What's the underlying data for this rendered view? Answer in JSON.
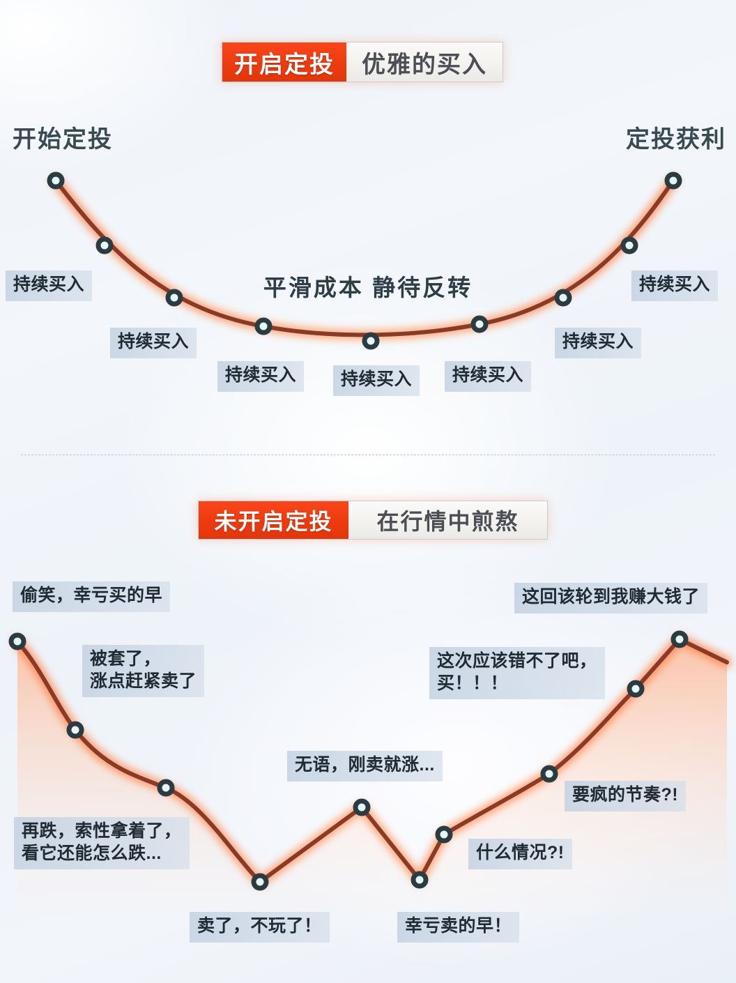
{
  "theme": {
    "accent_red": "#ef3c11",
    "line_dark": "#8a3a26",
    "glow_orange": "#ff8a50",
    "marker_ring": "#2b3b42",
    "marker_fill": "#e8f6f3",
    "chip_bg": "#c5d2e2",
    "heading_text": "#3a4a52"
  },
  "top_section": {
    "badge": {
      "left_label": "开启定投",
      "right_label": "优雅的买入"
    },
    "start_label": "开始定投",
    "end_label": "定投获利",
    "center_caption": "平滑成本 静待反转",
    "chips": [
      {
        "text": "持续买入"
      },
      {
        "text": "持续买入"
      },
      {
        "text": "持续买入"
      },
      {
        "text": "持续买入"
      },
      {
        "text": "持续买入"
      },
      {
        "text": "持续买入"
      },
      {
        "text": "持续买入"
      }
    ]
  },
  "divider": {
    "style": "dashed"
  },
  "bottom_section": {
    "badge": {
      "left_label": "未开启定投",
      "right_label": "在行情中煎熬"
    },
    "chips": [
      {
        "text": "偷笑，幸亏买的早"
      },
      {
        "text": "被套了，\n涨点赶紧卖了"
      },
      {
        "text": "再跌，索性拿着了，\n看它还能怎么跌..."
      },
      {
        "text": "卖了，不玩了！"
      },
      {
        "text": "无语，刚卖就涨..."
      },
      {
        "text": "幸亏卖的早！"
      },
      {
        "text": "什么情况?!"
      },
      {
        "text": "这次应该错不了吧，\n买！！！"
      },
      {
        "text": "要疯的节奏?!"
      },
      {
        "text": "这回该轮到我赚大钱了"
      }
    ]
  },
  "chart_data": [
    {
      "type": "line",
      "name": "smile-curve-dca",
      "title": "开启定投 · 优雅的买入",
      "subtitle": "平滑成本 静待反转",
      "xlabel": "",
      "ylabel": "",
      "grid": false,
      "legend": "none",
      "annotations": [
        "开始定投",
        "定投获利",
        "平滑成本 静待反转"
      ],
      "x": [
        80,
        150,
        250,
        378,
        532,
        688,
        808,
        903,
        966
      ],
      "y": [
        259,
        352,
        427,
        468,
        489,
        465,
        427,
        352,
        259
      ],
      "point_labels": [
        "开始定投",
        "持续买入",
        "持续买入",
        "持续买入",
        "持续买入",
        "持续买入",
        "持续买入",
        "持续买入",
        "定投获利"
      ],
      "shape": "u-shaped smile curve, symmetric, minimum at center",
      "xlim": [
        0,
        1056
      ],
      "ylim": [
        520,
        240
      ]
    },
    {
      "type": "line",
      "name": "market-timing-roller-coaster",
      "title": "未开启定投 · 在行情中煎熬",
      "subtitle": "",
      "xlabel": "",
      "ylabel": "",
      "grid": false,
      "legend": "none",
      "x": [
        25,
        108,
        238,
        373,
        519,
        602,
        637,
        788,
        912,
        975,
        1043
      ],
      "y": [
        920,
        1047,
        1130,
        1265,
        1158,
        1262,
        1197,
        1110,
        988,
        917,
        950
      ],
      "point_labels": [
        "偷笑，幸亏买的早",
        "被套了，涨点赶紧卖了",
        "再跌，索性拿着了，看它还能怎么跌...",
        "卖了，不玩了！",
        "无语，刚卖就涨...",
        "幸亏卖的早！",
        "什么情况?!",
        "这次应该错不了吧，买！！！",
        "要疯的节奏?!",
        "这回该轮到我赚大钱了",
        ""
      ],
      "shape": "declining then volatile V recovery to new high, final tick down",
      "xlim": [
        0,
        1056
      ],
      "ylim": [
        1300,
        900
      ]
    }
  ]
}
